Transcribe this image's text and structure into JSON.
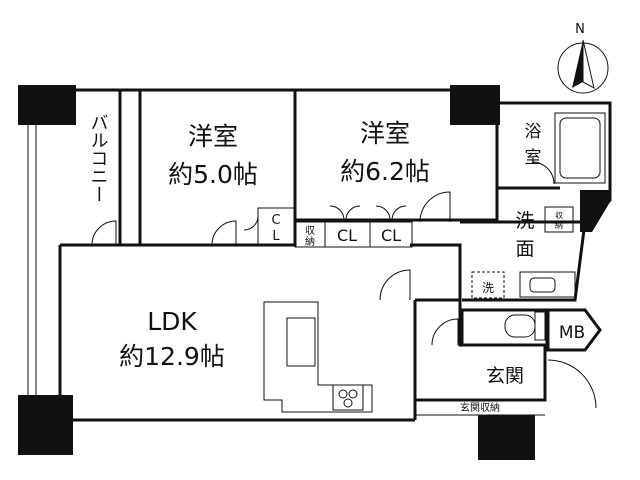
{
  "compass": {
    "label": "N"
  },
  "rooms": {
    "balcony": "バルコニー",
    "western1_name": "洋室",
    "western1_size": "約5.0帖",
    "western2_name": "洋室",
    "western2_size": "約6.2帖",
    "bath_1": "浴",
    "bath_2": "室",
    "washroom_1": "洗",
    "washroom_2": "面",
    "ldk_name": "LDK",
    "ldk_size": "約12.9帖",
    "entrance": "玄関",
    "mb": "MB"
  },
  "storage": {
    "cl_small_1": "C",
    "cl_small_2": "L",
    "shuno_1": "収",
    "shuno_2": "納",
    "cl_a": "CL",
    "cl_b": "CL",
    "wash_storage_1": "収",
    "wash_storage_2": "納",
    "washer": "洗",
    "entrance_storage": "玄関収納"
  }
}
